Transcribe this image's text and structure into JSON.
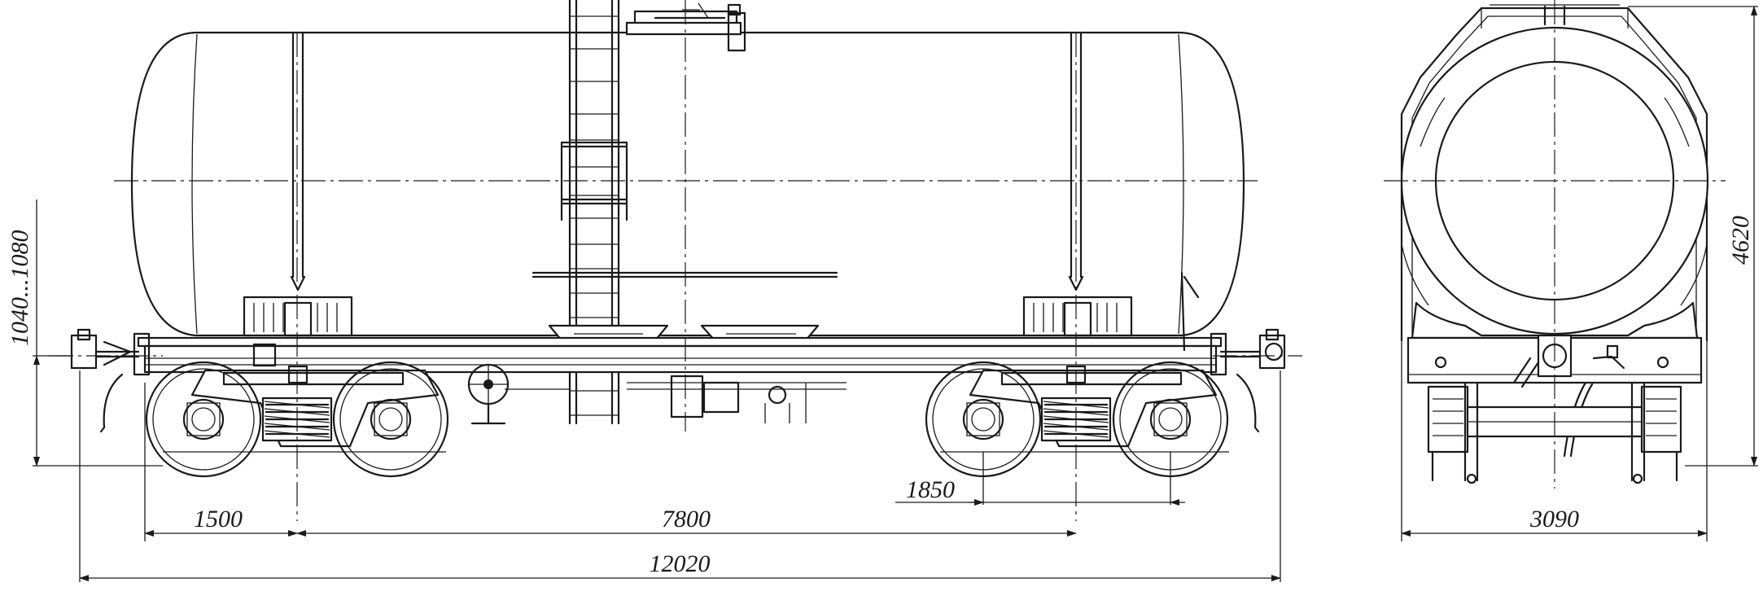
{
  "colors": {
    "ink": "#1a1a1a",
    "paper": "#ffffff"
  },
  "dimensions": {
    "overall_length": "12020",
    "bogie_center_distance": "7800",
    "overhang": "1500",
    "bogie_wheelbase": "1850",
    "coupler_height": "1040...1080",
    "overall_width": "3090",
    "overall_height": "4620"
  }
}
